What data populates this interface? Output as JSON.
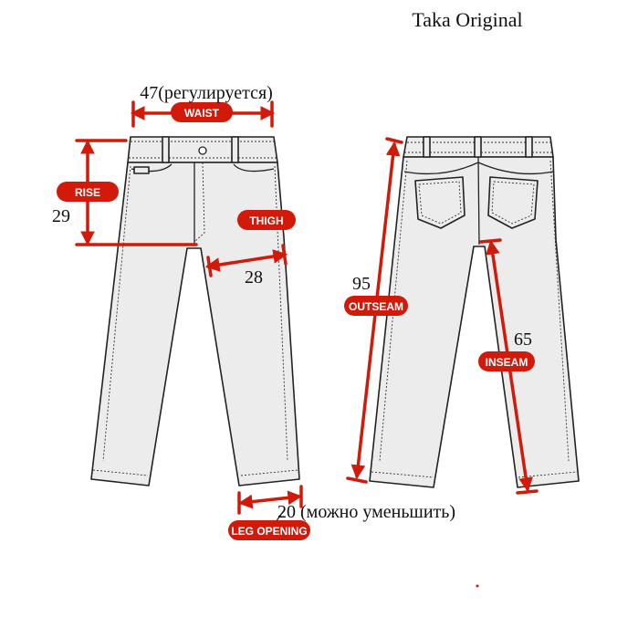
{
  "brand": "Taka Original",
  "measurements": {
    "waist": {
      "label": "WAIST",
      "value": "47(регулируется)"
    },
    "rise": {
      "label": "RISE",
      "value": "29"
    },
    "thigh": {
      "label": "THIGH",
      "value": "28"
    },
    "outseam": {
      "label": "OUTSEAM",
      "value": "95"
    },
    "inseam": {
      "label": "INSEAM",
      "value": "65"
    },
    "leg_opening": {
      "label": "LEG OPENING",
      "value": "20 (можно уменьшить)"
    }
  },
  "colors": {
    "accent": "#d11a0a",
    "garment": "#ececec",
    "outline": "#222222"
  }
}
